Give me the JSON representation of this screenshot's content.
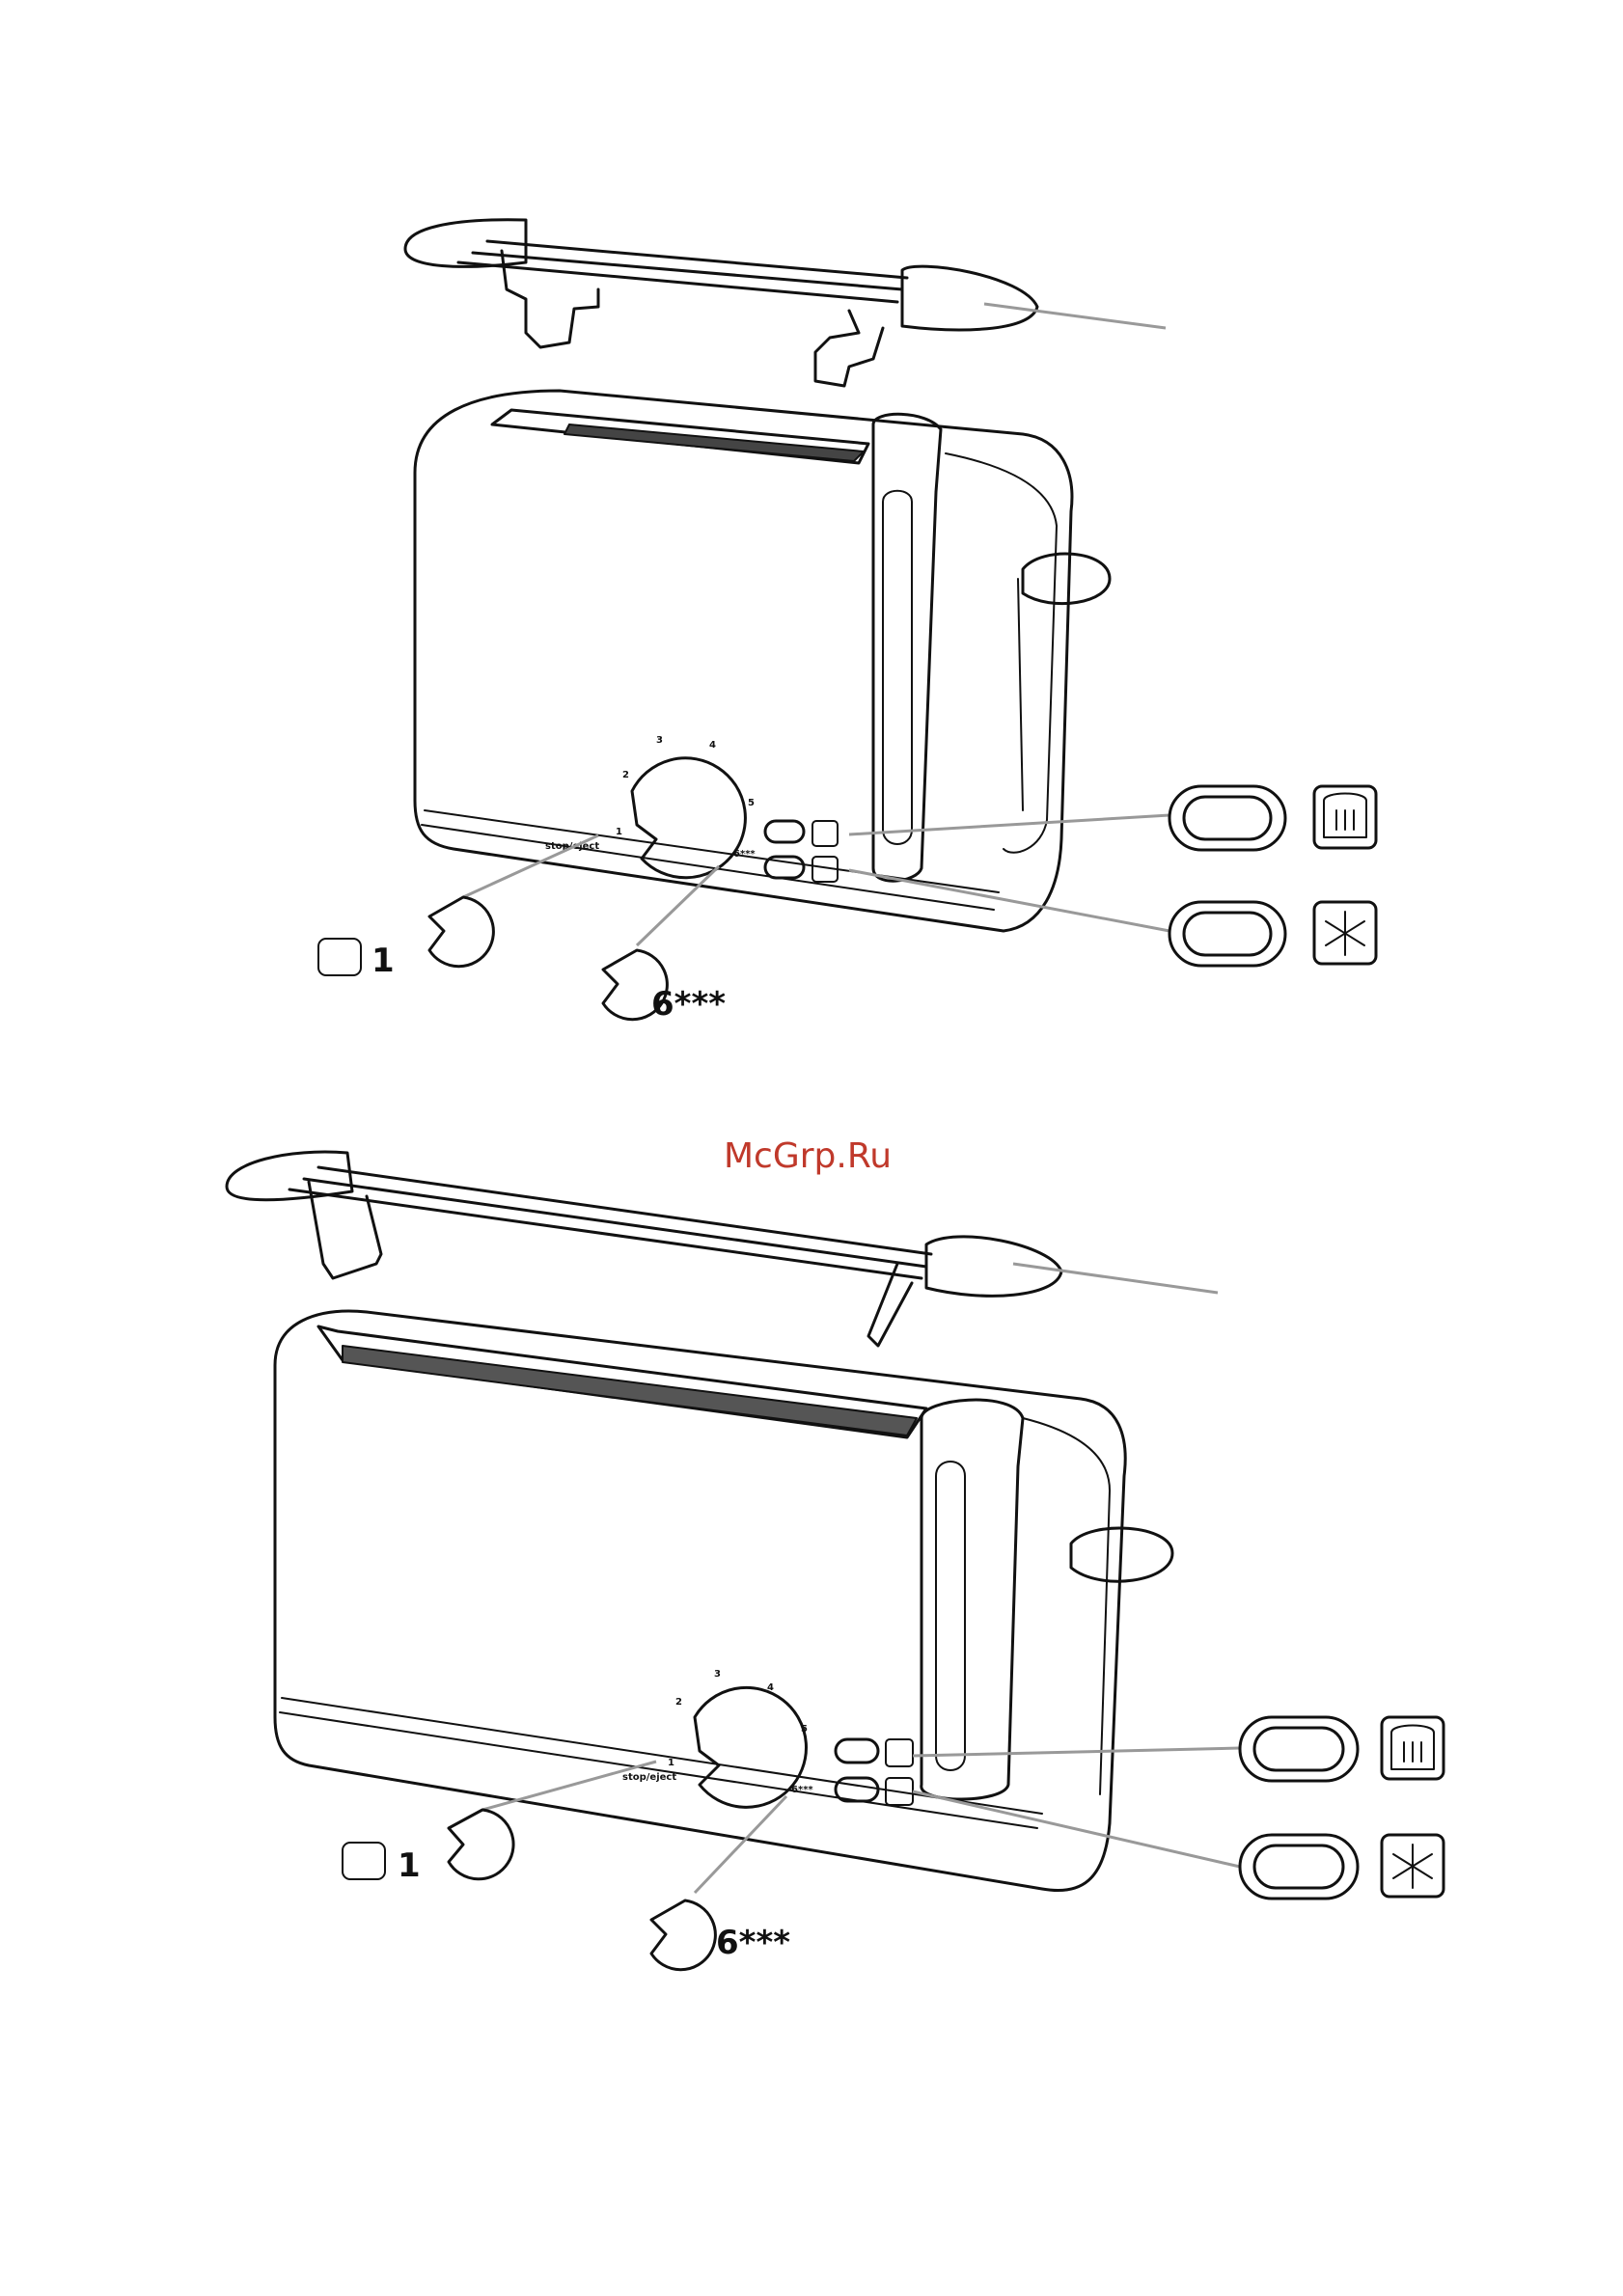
{
  "watermark": "McGrp.Ru",
  "figure1": {
    "dial_marks": [
      "2",
      "3",
      "4",
      "5",
      "6***",
      "1",
      "stop/eject"
    ],
    "callout_min": "1",
    "callout_max": "6***",
    "reheat_icon": "reheat-icon",
    "defrost_icon": "defrost-icon"
  },
  "figure2": {
    "dial_marks": [
      "2",
      "3",
      "4",
      "5",
      "6***",
      "1",
      "stop/eject"
    ],
    "callout_min": "1",
    "callout_max": "6***",
    "reheat_icon": "reheat-icon",
    "defrost_icon": "defrost-icon"
  }
}
